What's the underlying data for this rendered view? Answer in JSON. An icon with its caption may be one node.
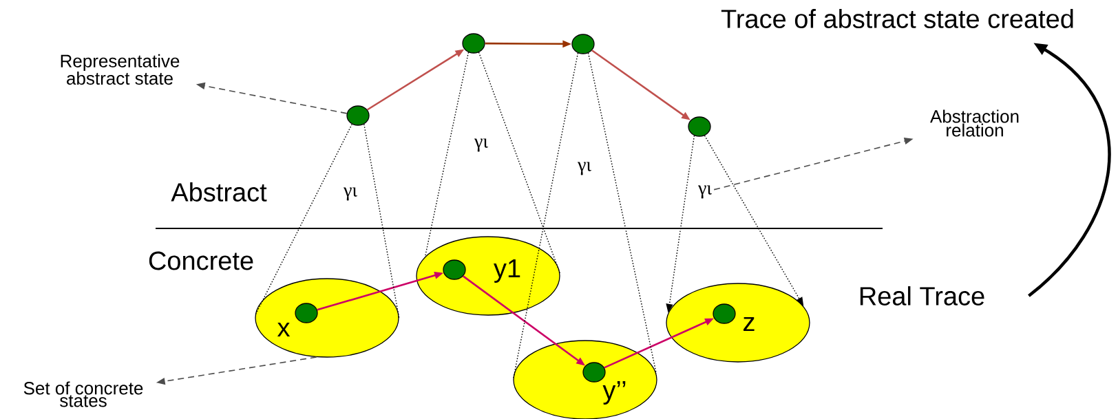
{
  "diagram": {
    "nodes": [
      {
        "text": [
          "Trace of abstract state created"
        ]
      },
      {
        "text": [],
        "shape": "circle"
      },
      {
        "text": [],
        "shape": "circle"
      },
      {
        "text": [
          "Representative abstract state"
        ]
      },
      {
        "text": [],
        "shape": "circle"
      },
      {
        "text": [],
        "shape": "circle"
      },
      {
        "text": [
          "Abstraction relation"
        ]
      },
      {
        "text": [
          "γι"
        ]
      },
      {
        "text": [
          "y1"
        ]
      },
      {
        "text": [],
        "shape": "circle",
        "in": 8
      },
      {
        "text": [
          "Real Trace"
        ]
      },
      {
        "text": [
          "x"
        ]
      },
      {
        "text": [],
        "shape": "circle",
        "in": 11
      },
      {
        "text": [
          "z"
        ]
      },
      {
        "text": [],
        "shape": "circle",
        "in": 13
      },
      {
        "text": [
          "y’’"
        ]
      },
      {
        "text": [],
        "shape": "circle",
        "in": 15
      },
      {
        "text": [
          "Set of concrete states"
        ]
      }
    ],
    "edges": [
      {
        "from": 4,
        "to": 1,
        "arrow": "to",
        "color": "#c0504d"
      },
      {
        "from": 1,
        "to": 2,
        "arrow": "to",
        "color": "#993300"
      },
      {
        "from": 2,
        "to": 5,
        "arrow": "to",
        "color": "#c0504d"
      },
      {
        "from": 12,
        "to": 9,
        "arrow": "to",
        "color": "#cc0066"
      },
      {
        "from": 9,
        "to": 16,
        "arrow": "to",
        "color": "#cc0066"
      },
      {
        "from": 16,
        "to": 14,
        "arrow": "to",
        "color": "#cc0066"
      },
      {
        "from": 4,
        "to": 11,
        "arrow": "none",
        "style": "dashed"
      },
      {
        "from": 4,
        "to": 11,
        "arrow": "none",
        "style": "dashed"
      },
      {
        "from": 1,
        "to": 8,
        "arrow": "none",
        "style": "dashed"
      },
      {
        "from": 1,
        "to": 8,
        "arrow": "none",
        "style": "dashed"
      },
      {
        "from": 2,
        "to": 15,
        "arrow": "none",
        "style": "dashed"
      },
      {
        "from": 2,
        "to": 15,
        "arrow": "none",
        "style": "dashed"
      },
      {
        "from": 5,
        "to": 13,
        "arrow": "to",
        "style": "dashed"
      },
      {
        "from": 5,
        "to": 13,
        "arrow": "to",
        "style": "dashed"
      },
      {
        "from": 4,
        "to": 3,
        "arrow": "to",
        "style": "dashed",
        "color": "#4d4d4d"
      },
      {
        "from": 7,
        "to": 6,
        "arrow": "to",
        "style": "dashed",
        "color": "#4d4d4d"
      },
      {
        "from": 11,
        "to": 17,
        "arrow": "to",
        "style": "dashed",
        "color": "#4d4d4d"
      },
      {
        "from": 10,
        "to": 0,
        "arrow": "to",
        "style": "thick"
      }
    ],
    "labels": [
      "γι",
      "γι",
      "Abstract",
      "γι",
      "Concrete"
    ]
  }
}
